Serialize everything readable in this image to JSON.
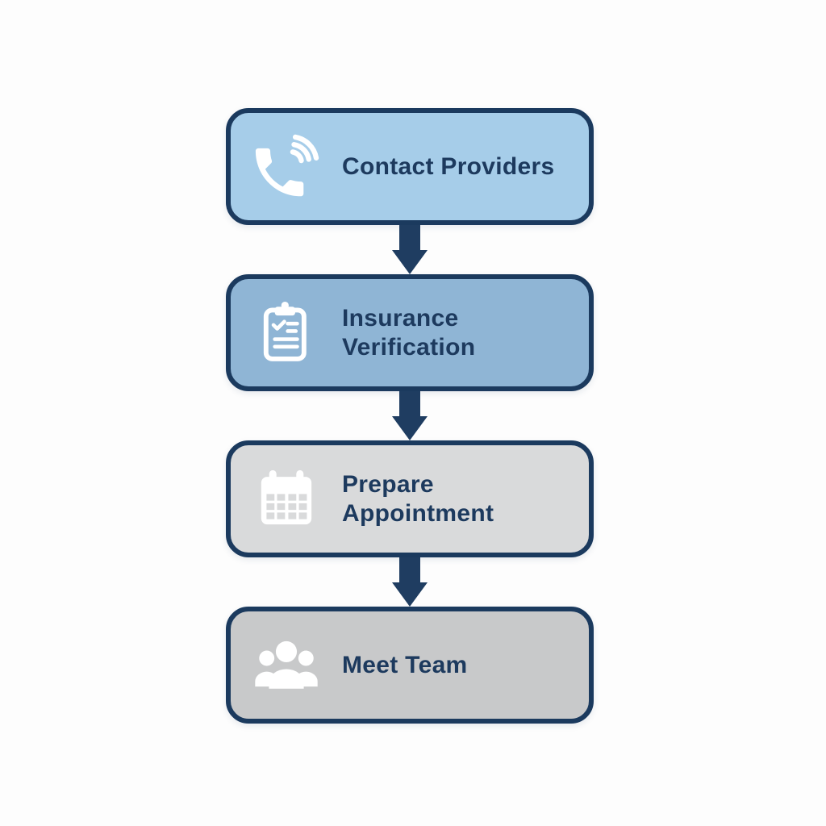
{
  "page": {
    "background_color": "#fdfdfd"
  },
  "flowchart": {
    "type": "vertical-process-flow",
    "arrow_color": "#1f3d61",
    "border_color": "#1b3a5e",
    "text_color": "#1d3a5e",
    "icon_color": "#ffffff",
    "steps": [
      {
        "label": "Contact Providers",
        "icon": "phone-call-icon",
        "fill": "#a6cde9"
      },
      {
        "label": "Insurance\nVerification",
        "icon": "clipboard-checklist-icon",
        "fill": "#8fb5d5"
      },
      {
        "label": "Prepare Appointment",
        "icon": "calendar-icon",
        "fill": "#d9dadb"
      },
      {
        "label": "Meet Team",
        "icon": "team-icon",
        "fill": "#c8c9ca"
      }
    ]
  }
}
